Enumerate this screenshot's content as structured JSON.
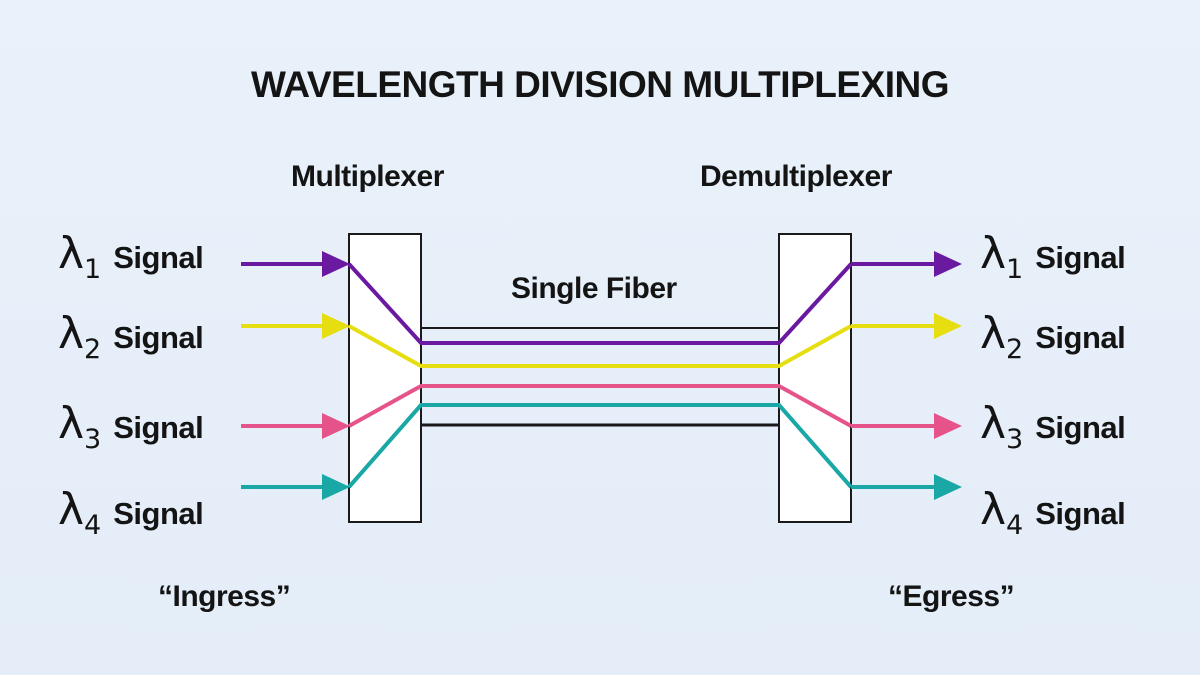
{
  "title": "WAVELENGTH DIVISION MULTIPLEXING",
  "multiplexer_label": "Multiplexer",
  "demultiplexer_label": "Demultiplexer",
  "fiber_label": "Single Fiber",
  "ingress_label": "“Ingress”",
  "egress_label": "“Egress”",
  "lambda_symbol": "λ",
  "signals": [
    {
      "subscript": "1",
      "word": "Signal",
      "color": "#6a1aa0"
    },
    {
      "subscript": "2",
      "word": "Signal",
      "color": "#e6de10"
    },
    {
      "subscript": "3",
      "word": "Signal",
      "color": "#e5538a"
    },
    {
      "subscript": "4",
      "word": "Signal",
      "color": "#1aa8a6"
    }
  ],
  "colors": {
    "box_fill": "#ffffff",
    "box_stroke": "#1a1a1a",
    "fiber_sheath": "#1a1a1a",
    "text": "#141414"
  }
}
